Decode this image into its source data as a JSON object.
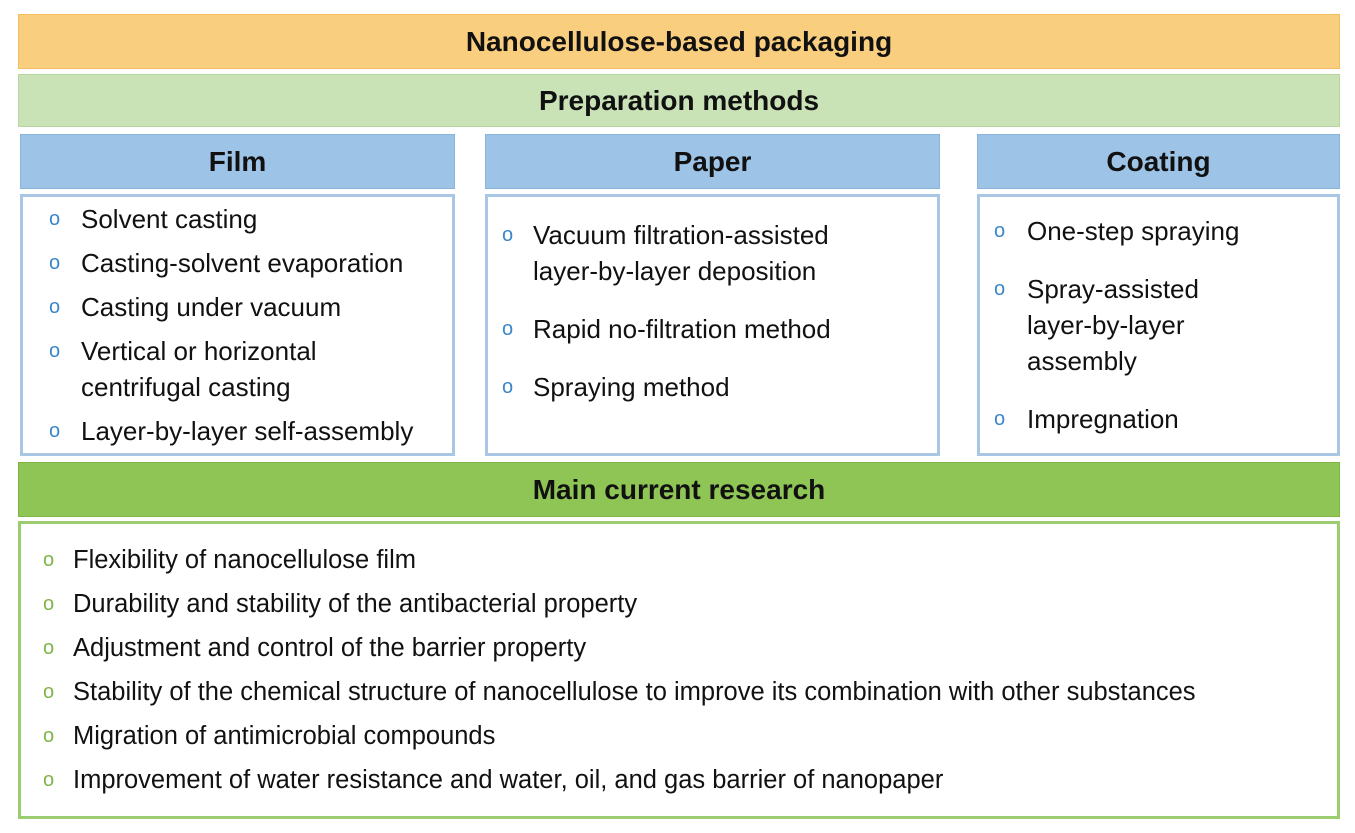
{
  "title": "Nanocellulose-based packaging",
  "preparation_header": "Preparation methods",
  "columns": [
    {
      "heading": "Film",
      "items": [
        "Solvent casting",
        "Casting-solvent evaporation",
        "Casting under vacuum",
        "Vertical or horizontal centrifugal casting",
        "Layer-by-layer self-assembly"
      ]
    },
    {
      "heading": "Paper",
      "items": [
        "Vacuum filtration-assisted layer-by-layer deposition",
        "Rapid no-filtration method",
        "Spraying method"
      ]
    },
    {
      "heading": "Coating",
      "items": [
        "One-step spraying",
        "Spray-assisted layer-by-layer assembly",
        "Impregnation"
      ]
    }
  ],
  "research_header": "Main current research",
  "research_items": [
    "Flexibility of nanocellulose film",
    "Durability and stability of the antibacterial property",
    "Adjustment and control of the barrier property",
    "Stability of the chemical structure of nanocellulose to improve its combination with other substances",
    "Migration of antimicrobial compounds",
    "Improvement of water resistance and water, oil, and gas barrier of nanopaper"
  ],
  "bullet_glyph": "o",
  "colors": {
    "title_bg": "#f9cf7f",
    "preparation_bg": "#c9e2b6",
    "column_header_bg": "#9dc3e6",
    "column_border": "#a9c6e5",
    "research_bg": "#8fc555",
    "research_border": "#9ccc70"
  }
}
